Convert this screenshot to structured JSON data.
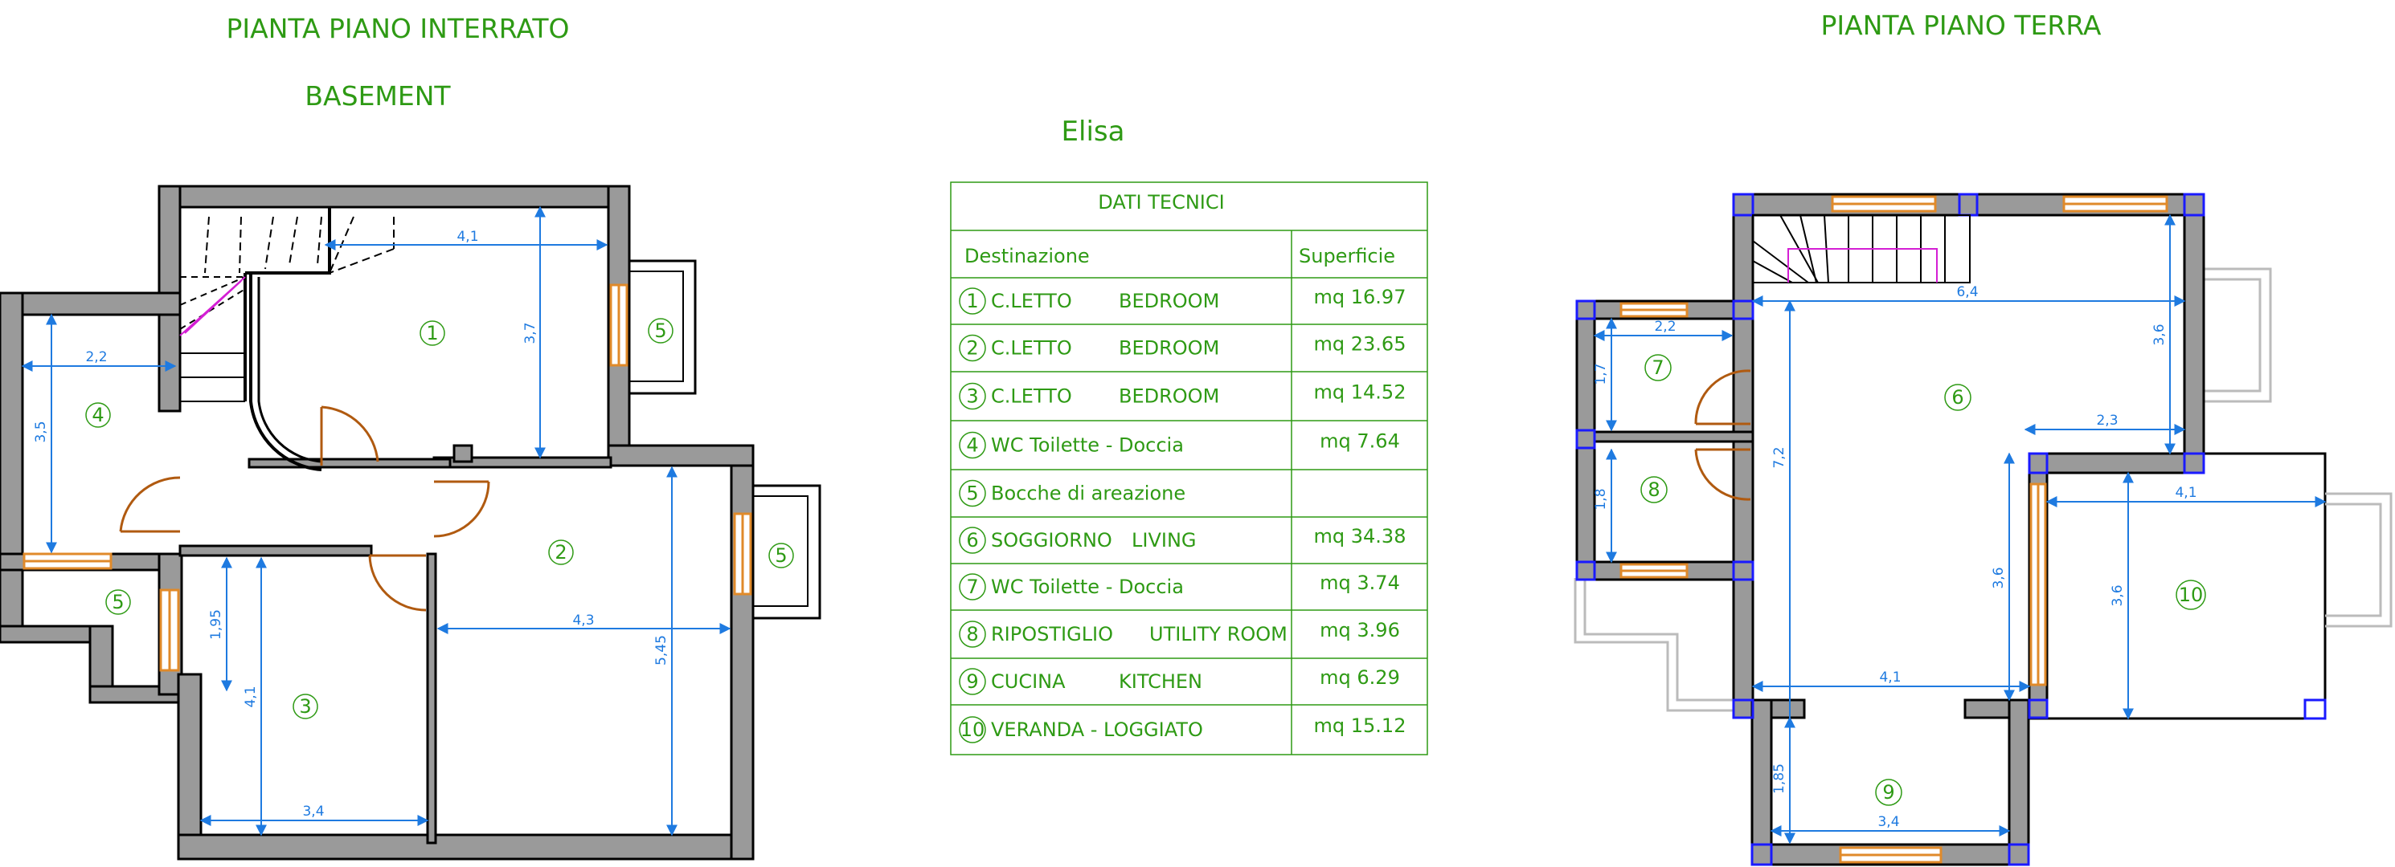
{
  "titles": {
    "basement_it": "PIANTA PIANO INTERRATO",
    "basement_en": "BASEMENT",
    "ground_it": "PIANTA PIANO TERRA",
    "project": "Elisa"
  },
  "table": {
    "title": "DATI TECNICI",
    "col_destination": "Destinazione",
    "col_area": "Superficie",
    "rows": [
      {
        "num": "1",
        "it": "C.LETTO",
        "en": "BEDROOM",
        "area": "mq 16.97"
      },
      {
        "num": "2",
        "it": "C.LETTO",
        "en": "BEDROOM",
        "area": "mq 23.65"
      },
      {
        "num": "3",
        "it": "C.LETTO",
        "en": "BEDROOM",
        "area": "mq 14.52"
      },
      {
        "num": "4",
        "it": "WC Toilette - Doccia",
        "en": "",
        "area": "mq 7.64"
      },
      {
        "num": "5",
        "it": "Bocche di areazione",
        "en": "",
        "area": ""
      },
      {
        "num": "6",
        "it": "SOGGIORNO",
        "en": "LIVING",
        "area": "mq 34.38"
      },
      {
        "num": "7",
        "it": "WC Toilette - Doccia",
        "en": "",
        "area": "mq 3.74"
      },
      {
        "num": "8",
        "it": "RIPOSTIGLIO",
        "en": "UTILITY ROOM",
        "area": "mq 3.96"
      },
      {
        "num": "9",
        "it": "CUCINA",
        "en": "KITCHEN",
        "area": "mq 6.29"
      },
      {
        "num": "10",
        "it": "VERANDA - LOGGIATO",
        "en": "",
        "area": "mq 15.12"
      }
    ]
  },
  "basement": {
    "rooms": [
      "1",
      "2",
      "3",
      "4",
      "5",
      "5",
      "5"
    ],
    "dims": [
      "4,1",
      "3,7",
      "2,2",
      "3,5",
      "1,95",
      "4,1",
      "3,4",
      "4,3",
      "5,45"
    ]
  },
  "ground": {
    "rooms": [
      "6",
      "7",
      "8",
      "9",
      "10"
    ],
    "dims": [
      "6,4",
      "3,6",
      "2,2",
      "1,7",
      "1,8",
      "2,3",
      "7,2",
      "3,6",
      "4,1",
      "3,6",
      "4,1",
      "1,85",
      "3,4"
    ]
  },
  "colors": {
    "title_green": "#2e9a14",
    "dimension_blue": "#1e7ae0",
    "wall_gray": "#9a9a9a",
    "window_orange": "#e08a2a",
    "door_brown": "#b05a10",
    "column_blue": "#1a1aff"
  }
}
